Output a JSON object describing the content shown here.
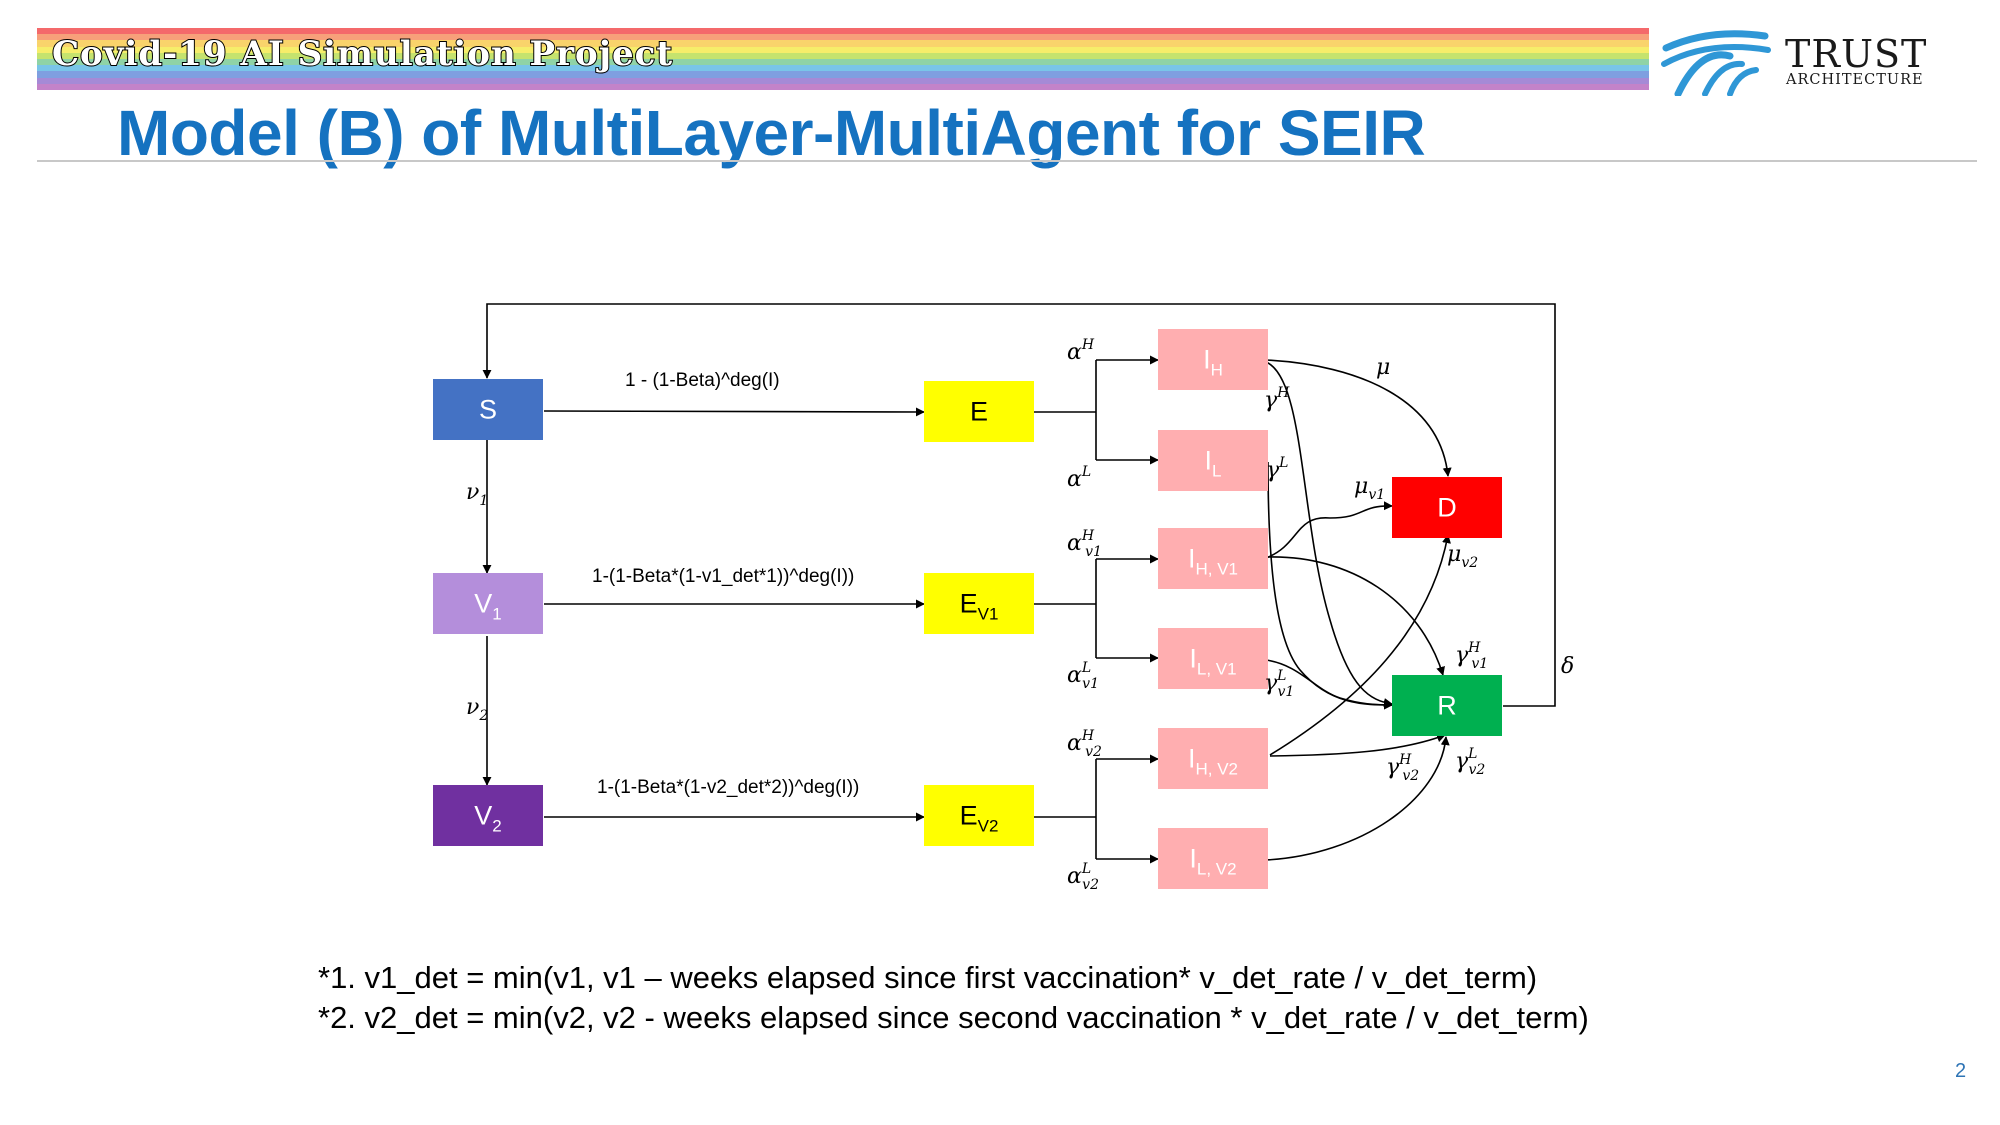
{
  "banner": {
    "title": "Covid-19 AI Simulation Project",
    "stripe_colors": [
      "#f4696b",
      "#f7a07a",
      "#f9d36b",
      "#f6ed6a",
      "#c5e36e",
      "#8fd3a6",
      "#79c5e8",
      "#7f9fe0",
      "#a58ad6",
      "#c383c9"
    ]
  },
  "logo": {
    "line1": "TRUST",
    "line2": "ARCHITECTURE",
    "icon": "trust-architecture-logo-icon",
    "color": "#2f97d6"
  },
  "page_title": "Model (B) of MultiLayer-MultiAgent for SEIR",
  "diagram": {
    "nodes": [
      {
        "id": "S",
        "label": "S",
        "sub": "",
        "color": "#4472c4",
        "text_color": "#ffffff"
      },
      {
        "id": "V1",
        "label": "V",
        "sub": "1",
        "color": "#b48edb",
        "text_color": "#ffffff"
      },
      {
        "id": "V2",
        "label": "V",
        "sub": "2",
        "color": "#7030a0",
        "text_color": "#ffffff"
      },
      {
        "id": "E",
        "label": "E",
        "sub": "",
        "color": "#ffff00",
        "text_color": "#000000"
      },
      {
        "id": "EV1",
        "label": "E",
        "sub": "V1",
        "color": "#ffff00",
        "text_color": "#000000"
      },
      {
        "id": "EV2",
        "label": "E",
        "sub": "V2",
        "color": "#ffff00",
        "text_color": "#000000"
      },
      {
        "id": "IH",
        "label": "I",
        "sub": "H",
        "color": "#ffaeb0",
        "text_color": "#ffffff"
      },
      {
        "id": "IL",
        "label": "I",
        "sub": "L",
        "color": "#ffaeb0",
        "text_color": "#ffffff"
      },
      {
        "id": "IHV1",
        "label": "I",
        "sub": "H, V1",
        "color": "#ffaeb0",
        "text_color": "#ffffff"
      },
      {
        "id": "ILV1",
        "label": "I",
        "sub": "L, V1",
        "color": "#ffaeb0",
        "text_color": "#ffffff"
      },
      {
        "id": "IHV2",
        "label": "I",
        "sub": "H, V2",
        "color": "#ffaeb0",
        "text_color": "#ffffff"
      },
      {
        "id": "ILV2",
        "label": "I",
        "sub": "L, V2",
        "color": "#ffaeb0",
        "text_color": "#ffffff"
      },
      {
        "id": "D",
        "label": "D",
        "sub": "",
        "color": "#ff0000",
        "text_color": "#ffffff"
      },
      {
        "id": "R",
        "label": "R",
        "sub": "",
        "color": "#00b050",
        "text_color": "#ffffff"
      }
    ],
    "infection_labels": {
      "s_e": "1 - (1-Beta)^deg(I)",
      "v1_ev1": "1-(1-Beta*(1-v1_det*1))^deg(I))",
      "v2_ev2": "1-(1-Beta*(1-v2_det*2))^deg(I))"
    },
    "math_labels": {
      "nu1": {
        "base": "ν",
        "sub": "1",
        "sup": ""
      },
      "nu2": {
        "base": "ν",
        "sub": "2",
        "sup": ""
      },
      "alpha_h": {
        "base": "α",
        "sub": "",
        "sup": "H"
      },
      "alpha_l": {
        "base": "α",
        "sub": "",
        "sup": "L"
      },
      "alpha_h_v1": {
        "base": "α",
        "sub": "v1",
        "sup": "H"
      },
      "alpha_l_v1": {
        "base": "α",
        "sub": "v1",
        "sup": "L"
      },
      "alpha_h_v2": {
        "base": "α",
        "sub": "v2",
        "sup": "H"
      },
      "alpha_l_v2": {
        "base": "α",
        "sub": "v2",
        "sup": "L"
      },
      "mu": {
        "base": "μ",
        "sub": "",
        "sup": ""
      },
      "mu_v1": {
        "base": "μ",
        "sub": "v1",
        "sup": ""
      },
      "mu_v2": {
        "base": "μ",
        "sub": "v2",
        "sup": ""
      },
      "gamma_h": {
        "base": "γ",
        "sub": "",
        "sup": "H"
      },
      "gamma_l": {
        "base": "γ",
        "sub": "",
        "sup": "L"
      },
      "gamma_h_v1": {
        "base": "γ",
        "sub": "v1",
        "sup": "H"
      },
      "gamma_l_v1": {
        "base": "γ",
        "sub": "v1",
        "sup": "L"
      },
      "gamma_h_v2": {
        "base": "γ",
        "sub": "v2",
        "sup": "H"
      },
      "gamma_l_v2": {
        "base": "γ",
        "sub": "v2",
        "sup": "L"
      },
      "delta": {
        "base": "δ",
        "sub": "",
        "sup": ""
      }
    }
  },
  "notes": [
    "*1. v1_det = min(v1, v1 – weeks elapsed since first vaccination* v_det_rate / v_det_term)",
    "*2. v2_det = min(v2, v2 - weeks elapsed since second vaccination * v_det_rate / v_det_term)"
  ],
  "page_number": "2"
}
